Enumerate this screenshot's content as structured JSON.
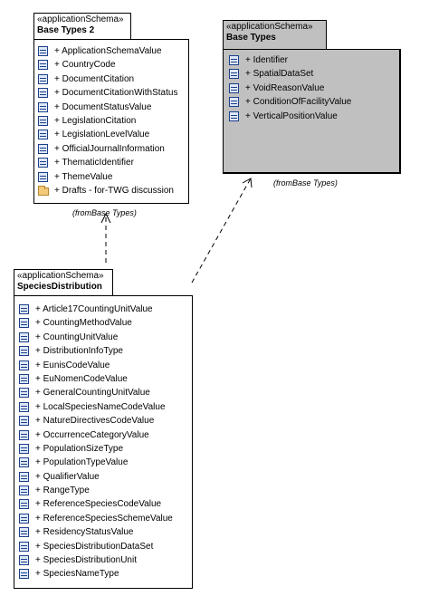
{
  "packages": {
    "base_types_2": {
      "stereotype": "«applicationSchema»",
      "name": "Base Types 2",
      "items": [
        {
          "label": "+ ApplicationSchemaValue",
          "icon": "class-icon"
        },
        {
          "label": "+ CountryCode",
          "icon": "class-icon"
        },
        {
          "label": "+ DocumentCitation",
          "icon": "class-icon"
        },
        {
          "label": "+ DocumentCitationWithStatus",
          "icon": "class-icon"
        },
        {
          "label": "+ DocumentStatusValue",
          "icon": "class-icon"
        },
        {
          "label": "+ LegislationCitation",
          "icon": "class-icon"
        },
        {
          "label": "+ LegislationLevelValue",
          "icon": "class-icon"
        },
        {
          "label": "+ OfficialJournalInformation",
          "icon": "class-icon"
        },
        {
          "label": "+ ThematicIdentifier",
          "icon": "class-icon"
        },
        {
          "label": "+ ThemeValue",
          "icon": "class-icon"
        },
        {
          "label": "+ Drafts - for-TWG discussion",
          "icon": "folder-icon"
        }
      ],
      "from_note": "(fromBase Types)"
    },
    "base_types": {
      "stereotype": "«applicationSchema»",
      "name": "Base Types",
      "items": [
        {
          "label": "+ Identifier",
          "icon": "class-icon"
        },
        {
          "label": "+ SpatialDataSet",
          "icon": "class-icon"
        },
        {
          "label": "+ VoidReasonValue",
          "icon": "class-icon"
        },
        {
          "label": "+ ConditionOfFacilityValue",
          "icon": "class-icon"
        },
        {
          "label": "+ VerticalPositionValue",
          "icon": "class-icon"
        }
      ],
      "from_note": "(fromBase Types)"
    },
    "species_distribution": {
      "stereotype": "«applicationSchema»",
      "name": "SpeciesDistribution",
      "items": [
        {
          "label": "+ Article17CountingUnitValue",
          "icon": "class-icon"
        },
        {
          "label": "+ CountingMethodValue",
          "icon": "class-icon"
        },
        {
          "label": "+ CountingUnitValue",
          "icon": "class-icon"
        },
        {
          "label": "+ DistributionInfoType",
          "icon": "class-icon"
        },
        {
          "label": "+ EunisCodeValue",
          "icon": "class-icon"
        },
        {
          "label": "+ EuNomenCodeValue",
          "icon": "class-icon"
        },
        {
          "label": "+ GeneralCountingUnitValue",
          "icon": "class-icon"
        },
        {
          "label": "+ LocalSpeciesNameCodeValue",
          "icon": "class-icon"
        },
        {
          "label": "+ NatureDirectivesCodeValue",
          "icon": "class-icon"
        },
        {
          "label": "+ OccurrenceCategoryValue",
          "icon": "class-icon"
        },
        {
          "label": "+ PopulationSizeType",
          "icon": "class-icon"
        },
        {
          "label": "+ PopulationTypeValue",
          "icon": "class-icon"
        },
        {
          "label": "+ QualifierValue",
          "icon": "class-icon"
        },
        {
          "label": "+ RangeType",
          "icon": "class-icon"
        },
        {
          "label": "+ ReferenceSpeciesCodeValue",
          "icon": "class-icon"
        },
        {
          "label": "+ ReferenceSpeciesSchemeValue",
          "icon": "class-icon"
        },
        {
          "label": "+ ResidencyStatusValue",
          "icon": "class-icon"
        },
        {
          "label": "+ SpeciesDistributionDataSet",
          "icon": "class-icon"
        },
        {
          "label": "+ SpeciesDistributionUnit",
          "icon": "class-icon"
        },
        {
          "label": "+ SpeciesNameType",
          "icon": "class-icon"
        }
      ]
    }
  },
  "colors": {
    "highlighted_package_fill": "#c0c0c0",
    "class_icon_stroke": "#1c3f8a",
    "folder_icon_fill": "#f3c97a"
  }
}
